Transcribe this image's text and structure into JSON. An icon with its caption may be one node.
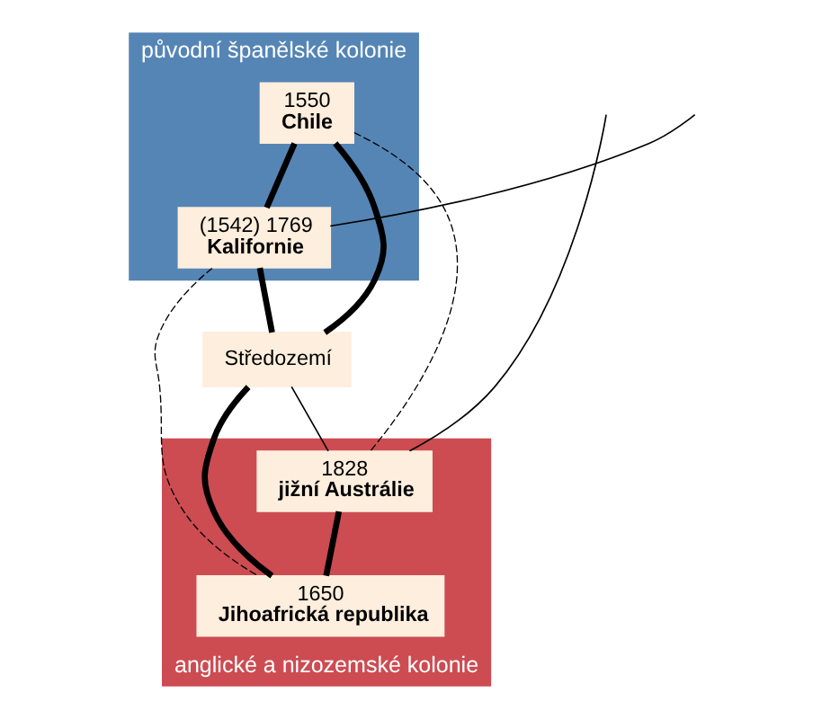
{
  "diagram": {
    "nodes": [
      {
        "text": [
          "původní španělské kolonie"
        ]
      },
      {
        "text": [
          "1550",
          "Chile"
        ],
        "in": 0
      },
      {
        "text": [
          "(1542) 1769",
          "Kalifornie"
        ],
        "in": 0
      },
      {
        "text": [
          "Středozemí"
        ]
      },
      {
        "text": [
          "anglické a nizozemské kolonie"
        ]
      },
      {
        "text": [
          "1828",
          "jižní Austrálie"
        ],
        "in": 4
      },
      {
        "text": [
          "1650",
          "Jihoafrická republika"
        ],
        "in": 4
      }
    ],
    "edges": [
      {
        "from": 1,
        "to": 2,
        "arrow": "none",
        "style": "thick"
      },
      {
        "from": 1,
        "to": 3,
        "arrow": "none",
        "style": "thick"
      },
      {
        "from": 2,
        "to": 3,
        "arrow": "none",
        "style": "thick"
      },
      {
        "from": 3,
        "to": 5,
        "arrow": "none"
      },
      {
        "from": 3,
        "to": 6,
        "arrow": "none",
        "style": "thick"
      },
      {
        "from": 5,
        "to": 6,
        "arrow": "none",
        "style": "thick"
      },
      {
        "from": 1,
        "to": 5,
        "arrow": "none",
        "style": "dashed"
      },
      {
        "from": 2,
        "to": 6,
        "arrow": "none",
        "style": "dashed"
      },
      {
        "from": 2,
        "to": null,
        "arrow": "none"
      },
      {
        "from": 5,
        "to": null,
        "arrow": "none"
      }
    ]
  }
}
